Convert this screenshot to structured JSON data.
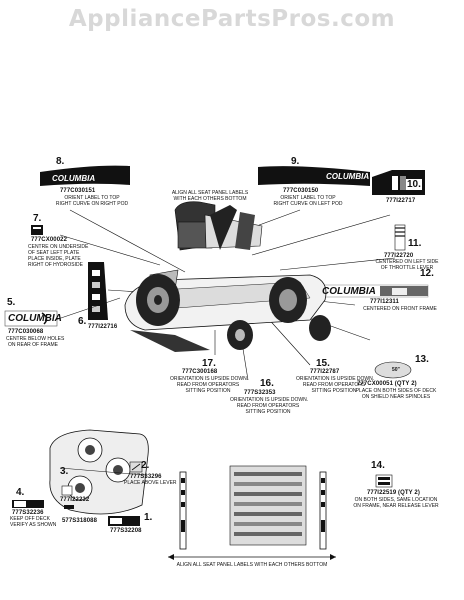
{
  "watermark": "AppliancePartsPros.com",
  "callouts": {
    "n1": "1.",
    "n2": "2.",
    "n3": "3.",
    "n4": "4.",
    "n5": "5.",
    "n6": "6.",
    "n7": "7.",
    "n8": "8.",
    "n9": "9.",
    "n10": "10.",
    "n11": "11.",
    "n12": "12.",
    "n13": "13.",
    "n14": "14.",
    "n15": "15.",
    "n16": "16.",
    "n17": "17."
  },
  "labels": {
    "p8_part": "777C030151",
    "p8_note": "ORIENT LABEL TO TOP\nRIGHT CURVE ON RIGHT POD",
    "p8_brand": "COLUMBIA",
    "p9_part": "777C030150",
    "p9_note": "ORIENT LABEL TO TOP\nRIGHT CURVE ON LEFT POD",
    "p9_brand": "COLUMBIA",
    "center_note": "ALIGN ALL SEAT PANEL LABELS\nWITH EACH OTHERS BOTTOM",
    "p10_part": "777I22717",
    "p7_part": "777CX00022",
    "p7_note": "CENTRE ON UNDERSIDE\nOF SEAT LEFT PLATE\nPLACE INSIDE, PLATE\nRIGHT OF HYDROSIDE",
    "p11_part": "777I22720",
    "p11_note": "CENTERED ON LEFT SIDE\nOF THROTTLE LEVER",
    "p12_brand": "COLUMBIA",
    "p12_part": "777I12311",
    "p12_note": "CENTERED ON FRONT FRAME",
    "p5_brand": "COLUMBIA",
    "p5_part": "777C030068",
    "p5_note": "CENTRE BELOW HOLES\nON REAR OF FRAME",
    "p6_part": "777I22716",
    "p13_part": "777CX00051 (QTY 2)",
    "p13_note": "PLACE ON BOTH SIDES OF DECK\nON SHIELD NEAR SPINDLES",
    "p3_part": "777I22232",
    "p2_part": "777S33296",
    "p2_note": "PLACE ABOVE LEVER",
    "p4_part": "777S32236",
    "p4_note": "KEEP OFF DECK\nVERIFY AS SHOWN",
    "p1_part": "777S32208",
    "deck_part": "577S318088",
    "p17_part": "777C300168",
    "p17_note": "ORIENTATION IS UPSIDE DOWN.\nREAD FROM OPERATORS\nSITTING POSITION",
    "p16_part": "777S32353",
    "p16_note": "ORIENTATION IS UPSIDE DOWN.\nREAD FROM OPERATORS\nSITTING POSITION",
    "p15_part": "777I22787",
    "p15_note": "ORIENTATION IS UPSIDE DOWN.\nREAD FROM OPERATORS\nSITTING POSITION",
    "p14_part": "777I22519 (QTY 2)",
    "p14_note": "ON BOTH SIDES, SAME LOCATION\nON FRAME, NEAR RELEASE LEVER",
    "bottom_note": "ALIGN ALL SEAT PANEL LABELS WITH EACH OTHERS BOTTOM",
    "p13_badge": "50\""
  }
}
